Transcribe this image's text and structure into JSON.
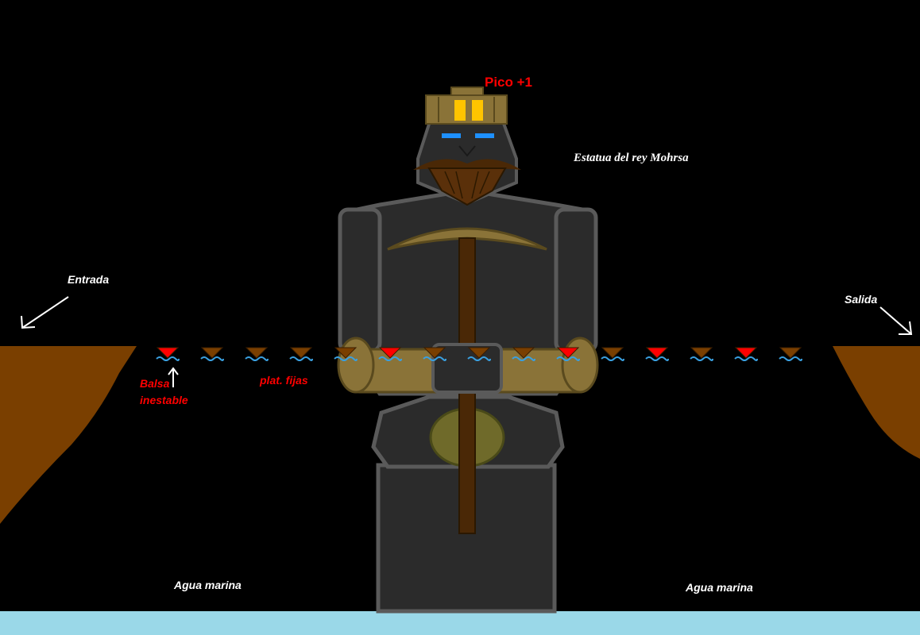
{
  "labels": {
    "pickaxe_bonus": "Pico +1",
    "statue": "Estatua del rey Mohrsa",
    "entrance": "Entrada",
    "exit": "Salida",
    "unstable_raft_line1": "Balsa",
    "unstable_raft_line2": "inestable",
    "fixed_platforms": "plat. fijas",
    "sea_water_left": "Agua marina",
    "sea_water_right": "Agua marina"
  },
  "platforms": [
    {
      "type": "unstable"
    },
    {
      "type": "fixed"
    },
    {
      "type": "fixed"
    },
    {
      "type": "fixed"
    },
    {
      "type": "fixed"
    },
    {
      "type": "unstable"
    },
    {
      "type": "fixed"
    },
    {
      "type": "fixed"
    },
    {
      "type": "fixed"
    },
    {
      "type": "unstable"
    },
    {
      "type": "fixed"
    },
    {
      "type": "unstable"
    },
    {
      "type": "fixed"
    },
    {
      "type": "unstable"
    },
    {
      "type": "fixed"
    }
  ],
  "colors": {
    "background": "#000000",
    "cliff": "#7a3f00",
    "stone": "#2b2b2b",
    "stone_outline": "#5a5a5a",
    "gold": "#8a7338",
    "wood": "#4a2806",
    "eyes": "#1e90ff",
    "crown_jewel": "#ffc400",
    "unstable_raft": "#ff0000",
    "fixed_platform": "#7a3f00",
    "wave": "#3aa0e0",
    "sea": "#9ad8e8",
    "label_red": "#ff0000",
    "label_white": "#ffffff"
  }
}
